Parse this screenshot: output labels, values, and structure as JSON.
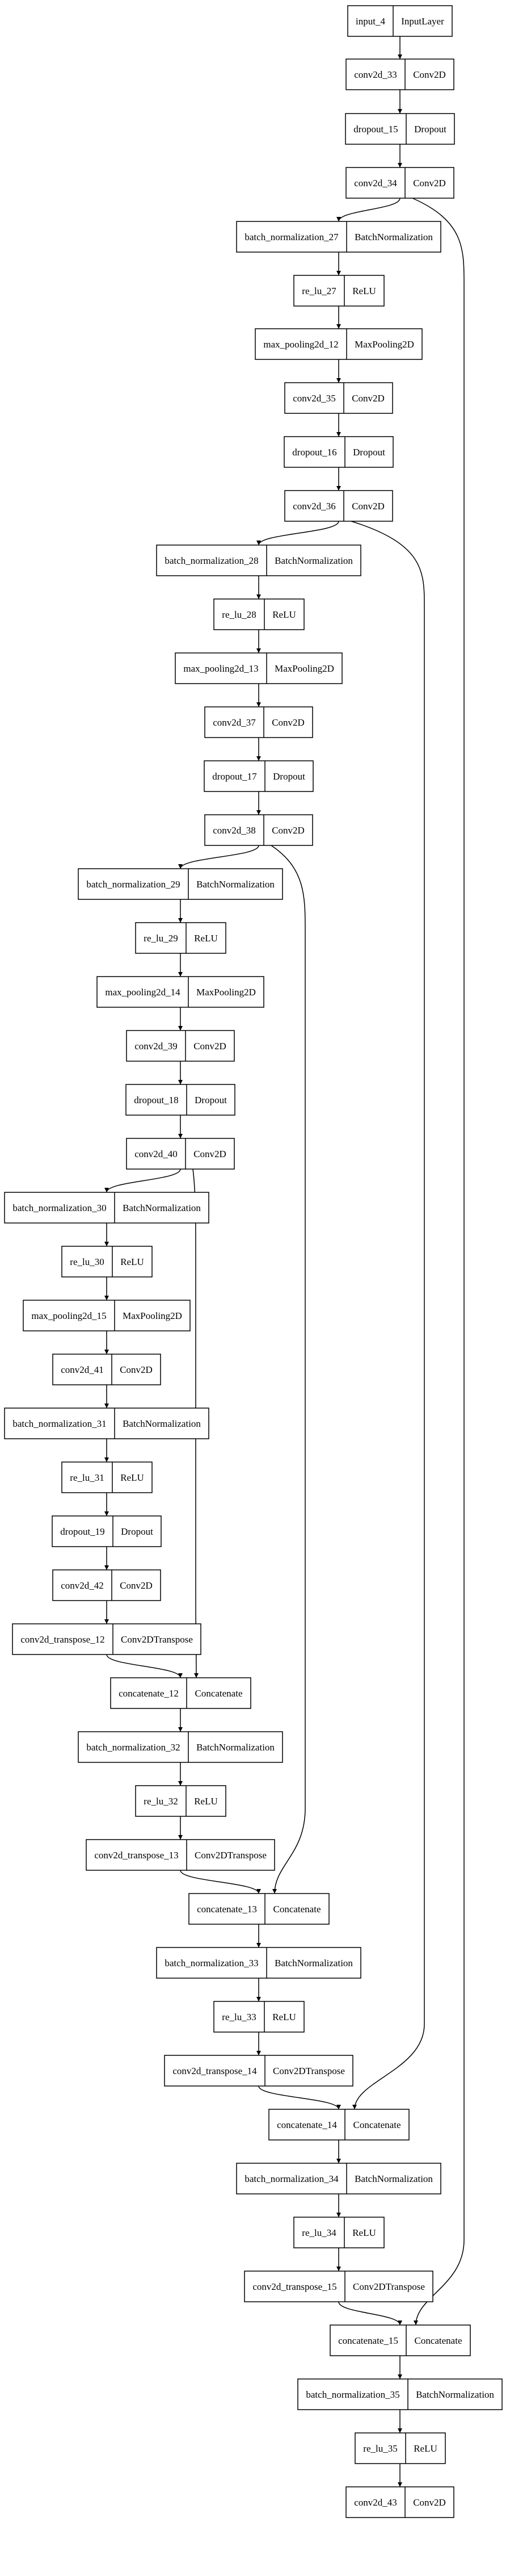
{
  "nodes": [
    {
      "id": "n1",
      "name": "input_4",
      "type": "InputLayer"
    },
    {
      "id": "n2",
      "name": "conv2d_33",
      "type": "Conv2D"
    },
    {
      "id": "n3",
      "name": "dropout_15",
      "type": "Dropout"
    },
    {
      "id": "n4",
      "name": "conv2d_34",
      "type": "Conv2D"
    },
    {
      "id": "n5",
      "name": "batch_normalization_27",
      "type": "BatchNormalization"
    },
    {
      "id": "n6",
      "name": "re_lu_27",
      "type": "ReLU"
    },
    {
      "id": "n7",
      "name": "max_pooling2d_12",
      "type": "MaxPooling2D"
    },
    {
      "id": "n8",
      "name": "conv2d_35",
      "type": "Conv2D"
    },
    {
      "id": "n9",
      "name": "dropout_16",
      "type": "Dropout"
    },
    {
      "id": "n10",
      "name": "conv2d_36",
      "type": "Conv2D"
    },
    {
      "id": "n11",
      "name": "batch_normalization_28",
      "type": "BatchNormalization"
    },
    {
      "id": "n12",
      "name": "re_lu_28",
      "type": "ReLU"
    },
    {
      "id": "n13",
      "name": "max_pooling2d_13",
      "type": "MaxPooling2D"
    },
    {
      "id": "n14",
      "name": "conv2d_37",
      "type": "Conv2D"
    },
    {
      "id": "n15",
      "name": "dropout_17",
      "type": "Dropout"
    },
    {
      "id": "n16",
      "name": "conv2d_38",
      "type": "Conv2D"
    },
    {
      "id": "n17",
      "name": "batch_normalization_29",
      "type": "BatchNormalization"
    },
    {
      "id": "n18",
      "name": "re_lu_29",
      "type": "ReLU"
    },
    {
      "id": "n19",
      "name": "max_pooling2d_14",
      "type": "MaxPooling2D"
    },
    {
      "id": "n20",
      "name": "conv2d_39",
      "type": "Conv2D"
    },
    {
      "id": "n21",
      "name": "dropout_18",
      "type": "Dropout"
    },
    {
      "id": "n22",
      "name": "conv2d_40",
      "type": "Conv2D"
    },
    {
      "id": "n23",
      "name": "batch_normalization_30",
      "type": "BatchNormalization"
    },
    {
      "id": "n24",
      "name": "re_lu_30",
      "type": "ReLU"
    },
    {
      "id": "n25",
      "name": "max_pooling2d_15",
      "type": "MaxPooling2D"
    },
    {
      "id": "n26",
      "name": "conv2d_41",
      "type": "Conv2D"
    },
    {
      "id": "n27",
      "name": "batch_normalization_31",
      "type": "BatchNormalization"
    },
    {
      "id": "n28",
      "name": "re_lu_31",
      "type": "ReLU"
    },
    {
      "id": "n29",
      "name": "dropout_19",
      "type": "Dropout"
    },
    {
      "id": "n30",
      "name": "conv2d_42",
      "type": "Conv2D"
    },
    {
      "id": "n31",
      "name": "conv2d_transpose_12",
      "type": "Conv2DTranspose"
    },
    {
      "id": "n32",
      "name": "concatenate_12",
      "type": "Concatenate"
    },
    {
      "id": "n33",
      "name": "batch_normalization_32",
      "type": "BatchNormalization"
    },
    {
      "id": "n34",
      "name": "re_lu_32",
      "type": "ReLU"
    },
    {
      "id": "n35",
      "name": "conv2d_transpose_13",
      "type": "Conv2DTranspose"
    },
    {
      "id": "n36",
      "name": "concatenate_13",
      "type": "Concatenate"
    },
    {
      "id": "n37",
      "name": "batch_normalization_33",
      "type": "BatchNormalization"
    },
    {
      "id": "n38",
      "name": "re_lu_33",
      "type": "ReLU"
    },
    {
      "id": "n39",
      "name": "conv2d_transpose_14",
      "type": "Conv2DTranspose"
    },
    {
      "id": "n40",
      "name": "concatenate_14",
      "type": "Concatenate"
    },
    {
      "id": "n41",
      "name": "batch_normalization_34",
      "type": "BatchNormalization"
    },
    {
      "id": "n42",
      "name": "re_lu_34",
      "type": "ReLU"
    },
    {
      "id": "n43",
      "name": "conv2d_transpose_15",
      "type": "Conv2DTranspose"
    },
    {
      "id": "n44",
      "name": "concatenate_15",
      "type": "Concatenate"
    },
    {
      "id": "n45",
      "name": "batch_normalization_35",
      "type": "BatchNormalization"
    },
    {
      "id": "n46",
      "name": "re_lu_35",
      "type": "ReLU"
    },
    {
      "id": "n47",
      "name": "conv2d_43",
      "type": "Conv2D"
    }
  ],
  "edges": [
    [
      "n1",
      "n2"
    ],
    [
      "n2",
      "n3"
    ],
    [
      "n3",
      "n4"
    ],
    [
      "n4",
      "n5"
    ],
    [
      "n5",
      "n6"
    ],
    [
      "n6",
      "n7"
    ],
    [
      "n7",
      "n8"
    ],
    [
      "n8",
      "n9"
    ],
    [
      "n9",
      "n10"
    ],
    [
      "n10",
      "n11"
    ],
    [
      "n11",
      "n12"
    ],
    [
      "n12",
      "n13"
    ],
    [
      "n13",
      "n14"
    ],
    [
      "n14",
      "n15"
    ],
    [
      "n15",
      "n16"
    ],
    [
      "n16",
      "n17"
    ],
    [
      "n17",
      "n18"
    ],
    [
      "n18",
      "n19"
    ],
    [
      "n19",
      "n20"
    ],
    [
      "n20",
      "n21"
    ],
    [
      "n21",
      "n22"
    ],
    [
      "n22",
      "n23"
    ],
    [
      "n23",
      "n24"
    ],
    [
      "n24",
      "n25"
    ],
    [
      "n25",
      "n26"
    ],
    [
      "n26",
      "n27"
    ],
    [
      "n27",
      "n28"
    ],
    [
      "n28",
      "n29"
    ],
    [
      "n29",
      "n30"
    ],
    [
      "n30",
      "n31"
    ],
    [
      "n31",
      "n32"
    ],
    [
      "n22",
      "n32"
    ],
    [
      "n32",
      "n33"
    ],
    [
      "n33",
      "n34"
    ],
    [
      "n34",
      "n35"
    ],
    [
      "n35",
      "n36"
    ],
    [
      "n16",
      "n36"
    ],
    [
      "n36",
      "n37"
    ],
    [
      "n37",
      "n38"
    ],
    [
      "n38",
      "n39"
    ],
    [
      "n39",
      "n40"
    ],
    [
      "n10",
      "n40"
    ],
    [
      "n40",
      "n41"
    ],
    [
      "n41",
      "n42"
    ],
    [
      "n42",
      "n43"
    ],
    [
      "n43",
      "n44"
    ],
    [
      "n4",
      "n44"
    ],
    [
      "n44",
      "n45"
    ],
    [
      "n45",
      "n46"
    ],
    [
      "n46",
      "n47"
    ]
  ]
}
